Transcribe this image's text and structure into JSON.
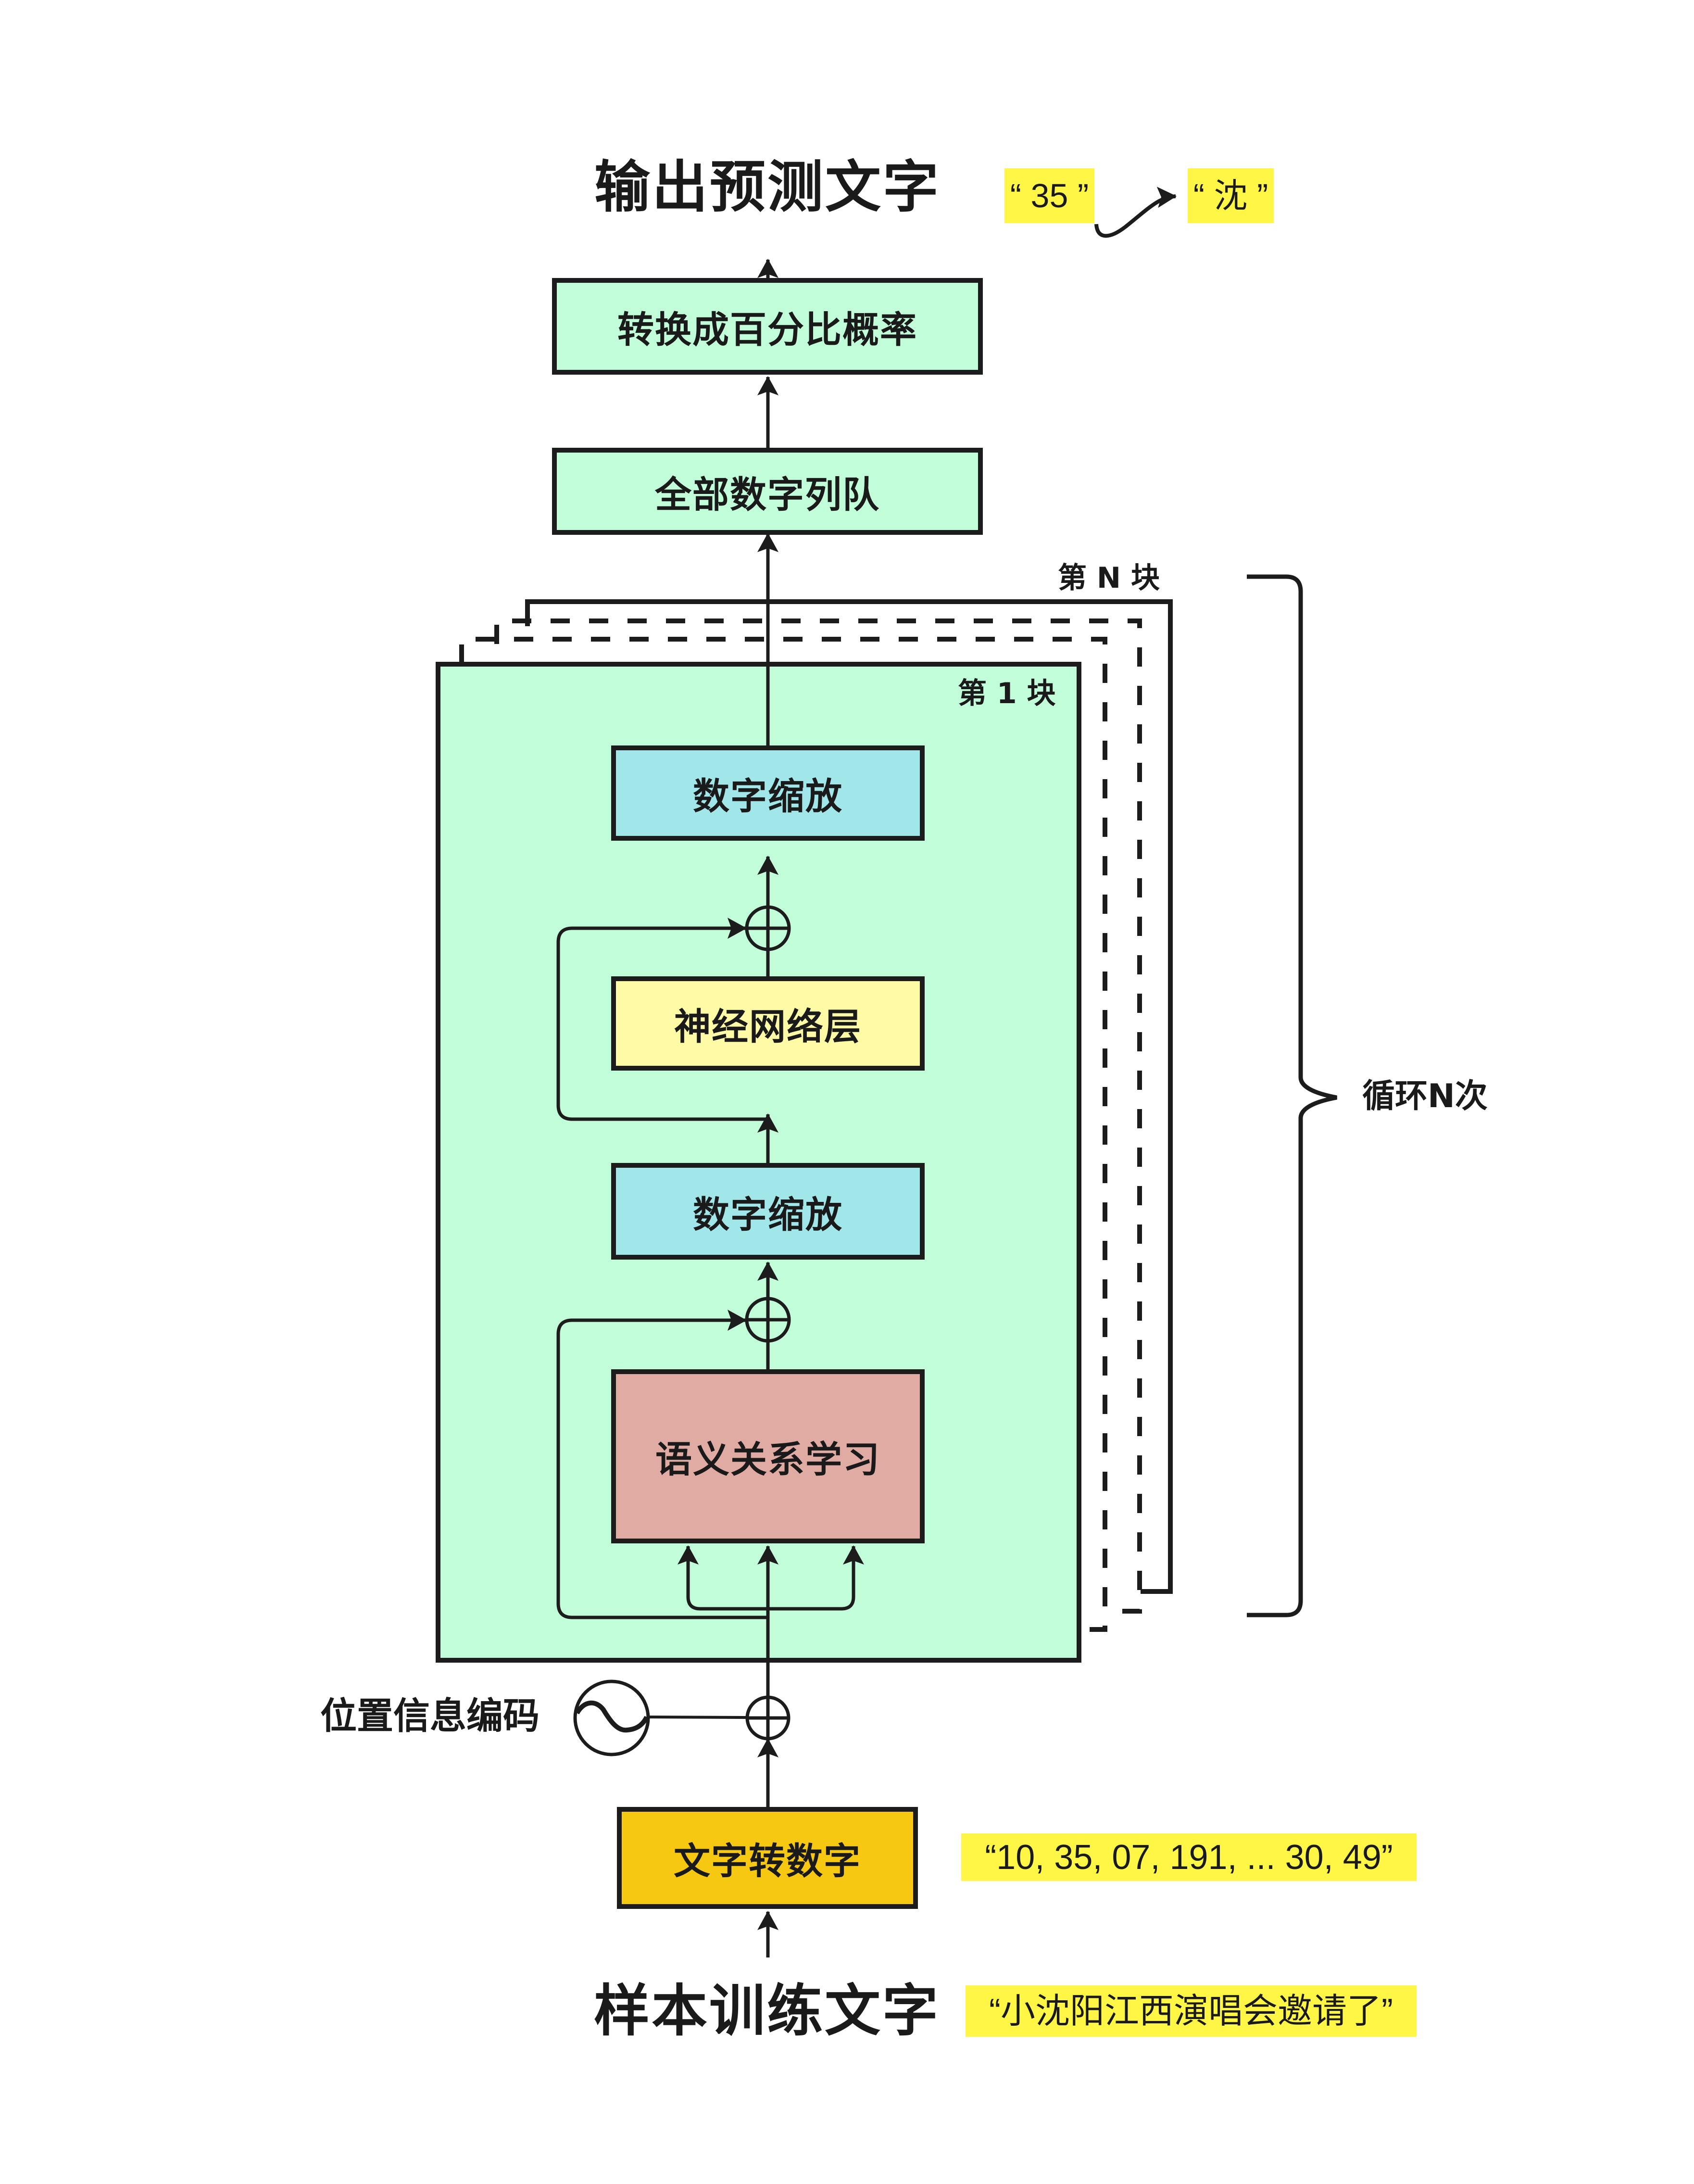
{
  "colors": {
    "block_bg": "#c2fdd9",
    "output_box_bg": "#c2fdd9",
    "norm_box_bg": "#a1e6e8",
    "ffn_box_bg": "#fffaa6",
    "attention_box_bg": "#e0aba3",
    "embedding_box_bg": "#f6c812",
    "highlight_bg": "#fff646",
    "stroke": "#1c1c1c"
  },
  "output": {
    "title": "输出预测文字",
    "predicted_id": "“ 35 ”",
    "predicted_char": "“ 沈 ”"
  },
  "top_boxes": {
    "softmax": "转换成百分比概率",
    "linear": "全部数字列队"
  },
  "blocks": {
    "first_label": "第 1 块",
    "last_label": "第 N 块",
    "repeat_label": "循环N次",
    "layers": {
      "norm_top": "数字缩放",
      "ffn": "神经网络层",
      "norm_bottom": "数字缩放",
      "attention": "语义关系学习"
    }
  },
  "positional_encoding": {
    "label": "位置信息编码"
  },
  "embedding": {
    "label": "文字转数字",
    "token_ids": "“10, 35, 07, 191, ... 30, 49”"
  },
  "input": {
    "title": "样本训练文字",
    "sample_text": "“小沈阳江西演唱会邀请了”"
  }
}
